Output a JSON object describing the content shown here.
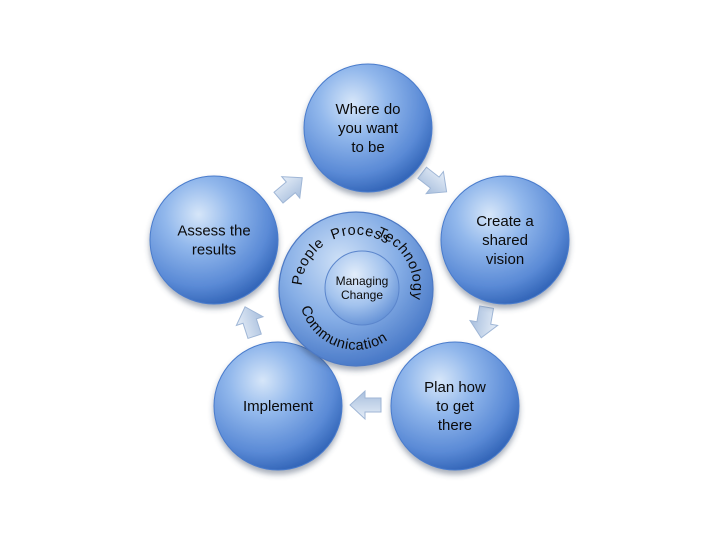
{
  "diagram": {
    "center": {
      "lines": [
        "Managing",
        "Change"
      ]
    },
    "ring_words": [
      "People",
      "Process",
      "Technology",
      "Communication"
    ],
    "nodes": [
      {
        "id": "where",
        "lines": [
          "Where do",
          "you want",
          "to be"
        ]
      },
      {
        "id": "vision",
        "lines": [
          "Create a",
          "shared",
          "vision"
        ]
      },
      {
        "id": "plan",
        "lines": [
          "Plan how",
          "to get",
          "there"
        ]
      },
      {
        "id": "implement",
        "lines": [
          "Implement"
        ]
      },
      {
        "id": "assess",
        "lines": [
          "Assess the",
          "results"
        ]
      }
    ],
    "colors": {
      "node_light": "#bcd6f4",
      "node_mid": "#6f9fe0",
      "node_dark": "#2f63b8",
      "arrow_light": "#dfe8f5",
      "arrow_dark": "#9db5d8",
      "text": "#0a0a0a"
    }
  }
}
